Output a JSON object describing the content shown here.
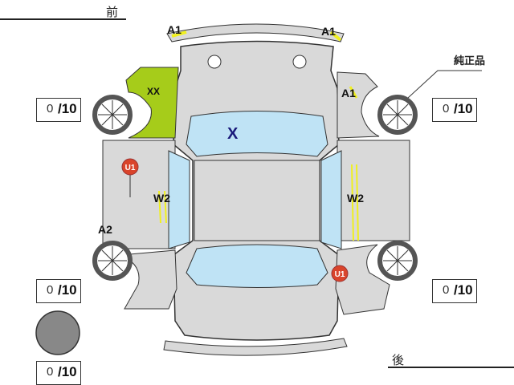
{
  "labels": {
    "front": "前",
    "rear": "後",
    "genuine": "純正品"
  },
  "scores": [
    {
      "position": "front-left",
      "value": "0",
      "denominator": "/10"
    },
    {
      "position": "front-right",
      "value": "0",
      "denominator": "/10"
    },
    {
      "position": "rear-left",
      "value": "0",
      "denominator": "/10"
    },
    {
      "position": "rear-right",
      "value": "0",
      "denominator": "/10"
    },
    {
      "position": "spare",
      "value": "0",
      "denominator": "/10"
    }
  ],
  "marks": {
    "a1_front_left": "A1",
    "a1_front_right": "A1",
    "a1_fender_right": "A1",
    "a2_left": "A2",
    "xx_fender": "XX",
    "x_windshield": "X",
    "w2_left": "W2",
    "w2_right": "W2",
    "u1_left": "U1",
    "u1_right": "U1"
  },
  "colors": {
    "body": "#d9d9d9",
    "glass": "#bfe3f5",
    "damage": "#a6cc1a",
    "marker": "#d9442b",
    "x_mark": "#1a1a7a",
    "scratch": "#f0f020"
  }
}
